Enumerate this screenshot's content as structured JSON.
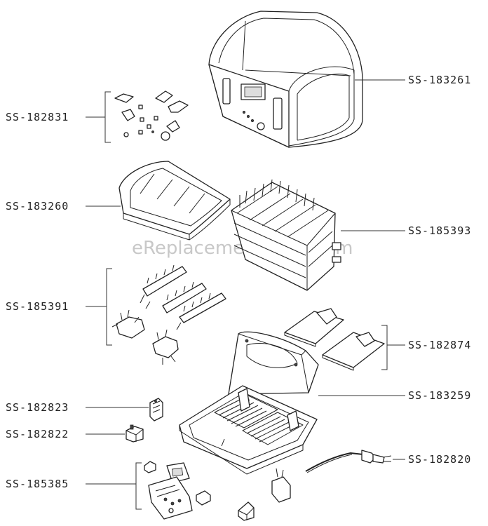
{
  "diagram": {
    "watermark": "eReplacementParts.com",
    "labels": {
      "housing": "SS-183261",
      "knobs": "SS-182831",
      "crumb_tray_cover": "SS-183260",
      "chassis": "SS-185393",
      "carriages": "SS-185391",
      "crumb_trays": "SS-182874",
      "base": "SS-183259",
      "switch": "SS-182823",
      "bracket": "SS-182822",
      "power_cord": "SS-182820",
      "control_board": "SS-185385"
    }
  }
}
